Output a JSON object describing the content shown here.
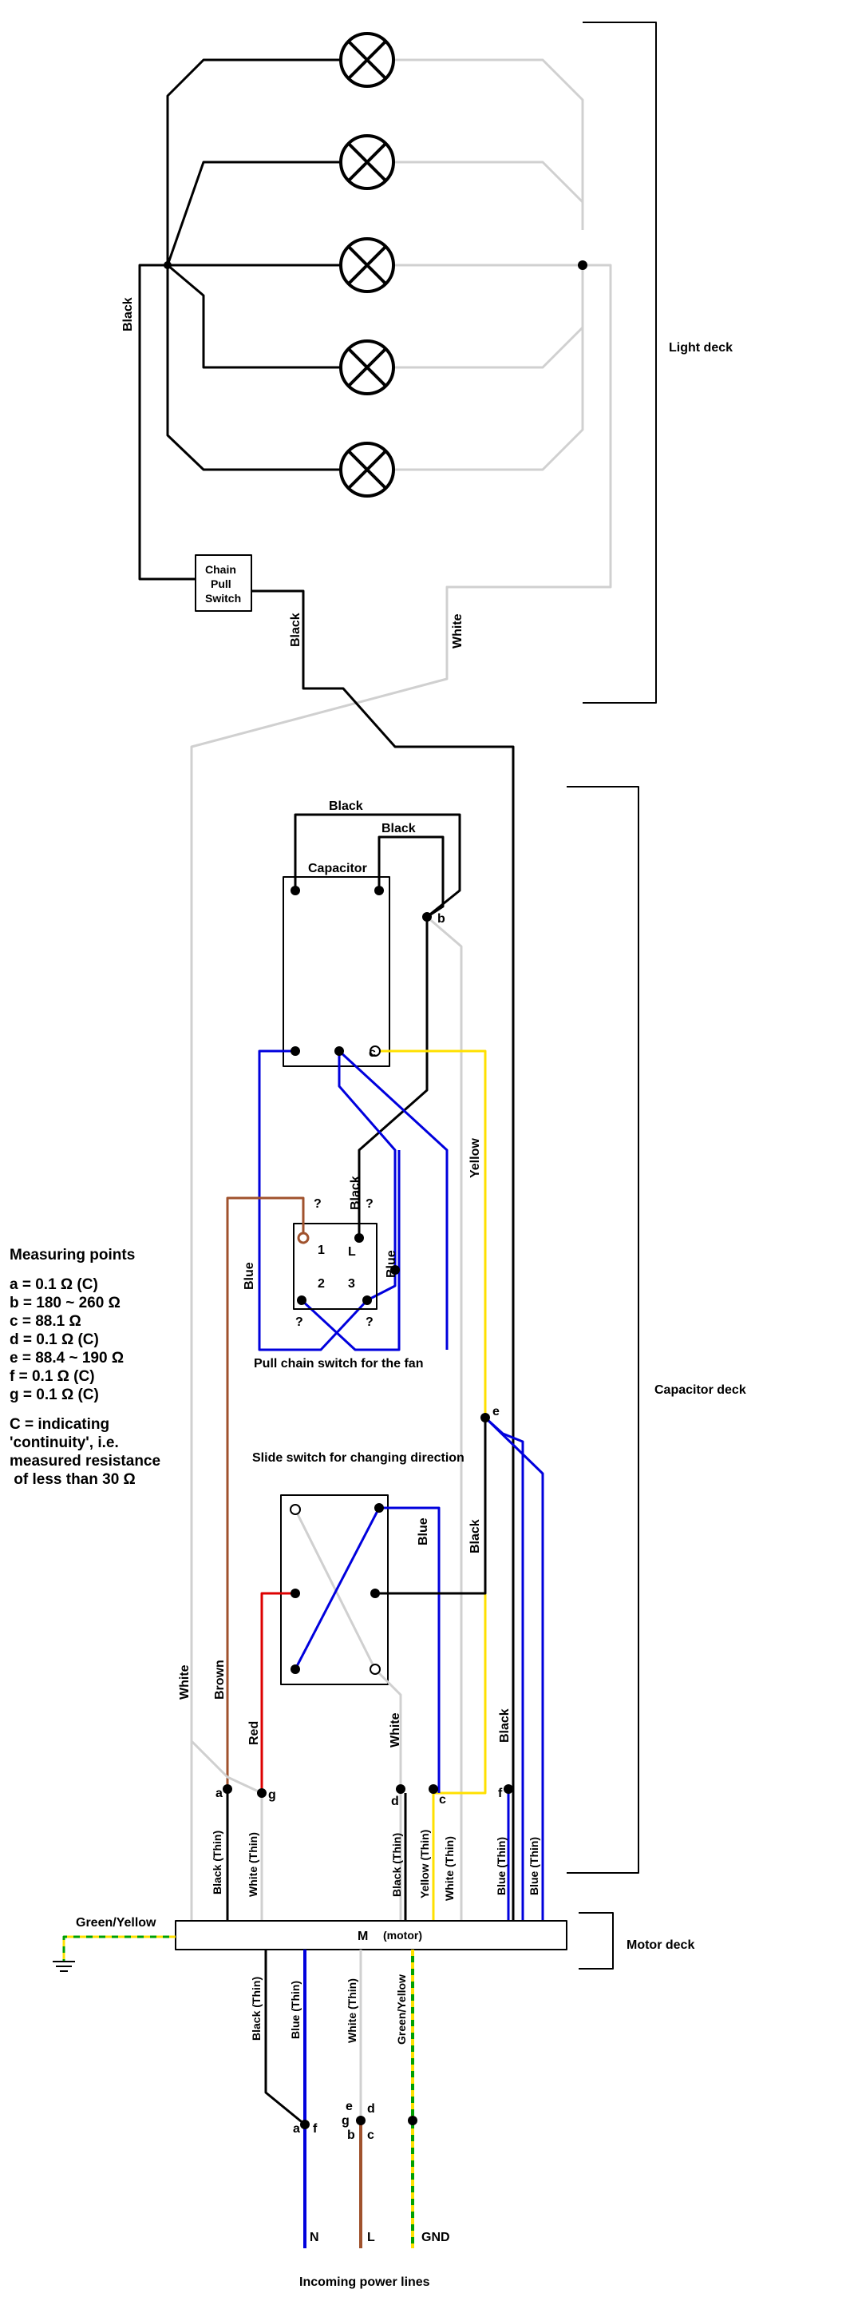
{
  "sections": {
    "light_deck": "Light deck",
    "capacitor_deck": "Capacitor deck",
    "motor_deck": "Motor deck"
  },
  "components": {
    "chain_pull_switch": [
      "Chain",
      "Pull",
      "Switch"
    ],
    "capacitor": "Capacitor",
    "pull_chain_switch_fan": "Pull chain switch for the fan",
    "slide_switch": "Slide switch for changing direction",
    "motor": "M",
    "motor_sub": "(motor)",
    "incoming": "Incoming power lines"
  },
  "terminals": {
    "pc_1": "1",
    "pc_L": "L",
    "pc_2": "2",
    "pc_3": "3",
    "unknown": "?"
  },
  "wire_labels": {
    "black": "Black",
    "white": "White",
    "blue": "Blue",
    "yellow": "Yellow",
    "brown": "Brown",
    "red": "Red",
    "green_yellow": "Green/Yellow",
    "black_thin": "Black (Thin)",
    "white_thin": "White (Thin)",
    "yellow_thin": "Yellow (Thin)",
    "blue_thin": "Blue (Thin)"
  },
  "points": {
    "a": "a",
    "b": "b",
    "c": "c",
    "d": "d",
    "e": "e",
    "f": "f",
    "g": "g"
  },
  "power_lines": {
    "N": "N",
    "L": "L",
    "GND": "GND"
  },
  "measuring": {
    "title": "Measuring points",
    "lines": [
      "a = 0.1 Ω (C)",
      "b = 180 ~ 260 Ω",
      "c = 88.1 Ω",
      "d = 0.1 Ω (C)",
      "e = 88.4 ~ 190 Ω",
      "f = 0.1 Ω (C)",
      "g = 0.1 Ω (C)"
    ],
    "legend": [
      "C = indicating",
      "'continuity', i.e.",
      "measured resistance",
      " of less than 30 Ω"
    ]
  },
  "colors": {
    "black": "#000000",
    "white_wire": "#d0d0d0",
    "blue": "#0000dd",
    "yellow": "#ffe000",
    "brown": "#a0522d",
    "red": "#dd0000",
    "green": "#00a000"
  }
}
